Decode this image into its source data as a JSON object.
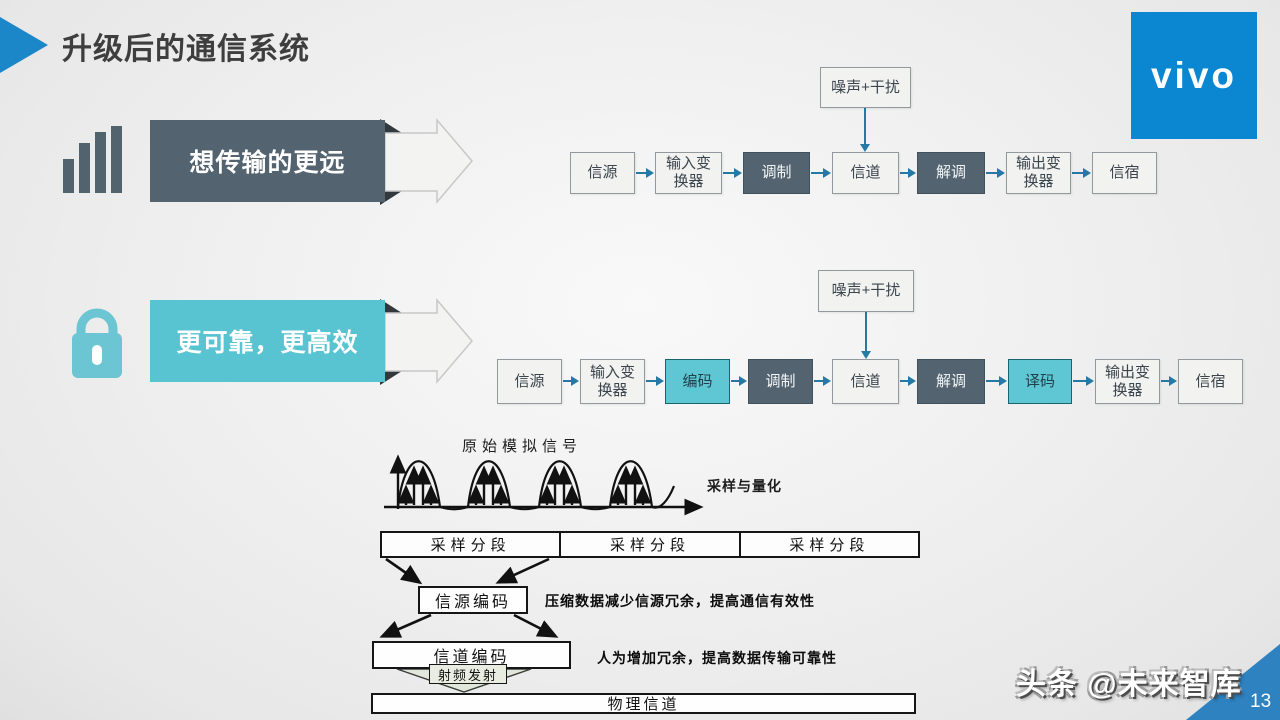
{
  "slide": {
    "title": "升级后的通信系统",
    "logo_text": "vivo",
    "watermark": "头条 @未来智库",
    "page_number": "13"
  },
  "banners": [
    {
      "label": "想传输的更远",
      "icon": "signal-bars-icon",
      "color": "#53636f"
    },
    {
      "label": "更可靠，更高效",
      "icon": "lock-icon",
      "color": "#58c3d1"
    }
  ],
  "flow_basic": {
    "noise": "噪声+干扰",
    "boxes": [
      {
        "label": "信源",
        "style": "light"
      },
      {
        "label": "输入变换器",
        "style": "light"
      },
      {
        "label": "调制",
        "style": "dark"
      },
      {
        "label": "信道",
        "style": "light"
      },
      {
        "label": "解调",
        "style": "dark"
      },
      {
        "label": "输出变换器",
        "style": "light"
      },
      {
        "label": "信宿",
        "style": "light"
      }
    ]
  },
  "flow_coded": {
    "noise": "噪声+干扰",
    "boxes": [
      {
        "label": "信源",
        "style": "light"
      },
      {
        "label": "输入变换器",
        "style": "light"
      },
      {
        "label": "编码",
        "style": "teal"
      },
      {
        "label": "调制",
        "style": "dark"
      },
      {
        "label": "信道",
        "style": "light"
      },
      {
        "label": "解调",
        "style": "dark"
      },
      {
        "label": "译码",
        "style": "teal"
      },
      {
        "label": "输出变换器",
        "style": "light"
      },
      {
        "label": "信宿",
        "style": "light"
      }
    ]
  },
  "pcm": {
    "source_signal_label": "原始模拟信号",
    "sampling_label": "采样与量化",
    "segments": [
      "采样分段",
      "采样分段",
      "采样分段"
    ],
    "source_coding": "信源编码",
    "source_coding_note": "压缩数据减少信源冗余，提高通信有效性",
    "channel_coding": "信道编码",
    "channel_coding_note": "人为增加冗余，提高数据传输可靠性",
    "rf_label": "射频发射",
    "physical_channel": "物理信道"
  },
  "colors": {
    "accent_blue": "#1b86c8",
    "dark_slate": "#53636f",
    "teal": "#58c3d1",
    "flow_arrow": "#2579a5",
    "logo_blue": "#0b87d2",
    "corner_blue": "#2e82c0"
  }
}
